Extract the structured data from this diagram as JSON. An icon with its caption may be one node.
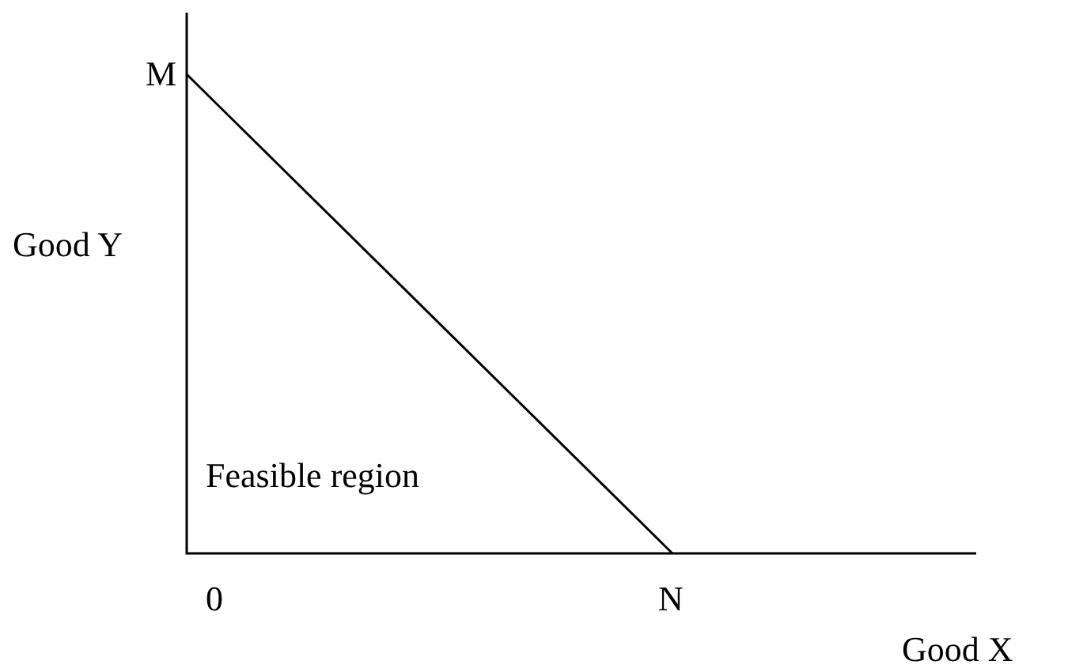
{
  "diagram": {
    "labels": [
      "M",
      "Good Y",
      "Feasible region",
      "0",
      "N",
      "Good X"
    ]
  }
}
